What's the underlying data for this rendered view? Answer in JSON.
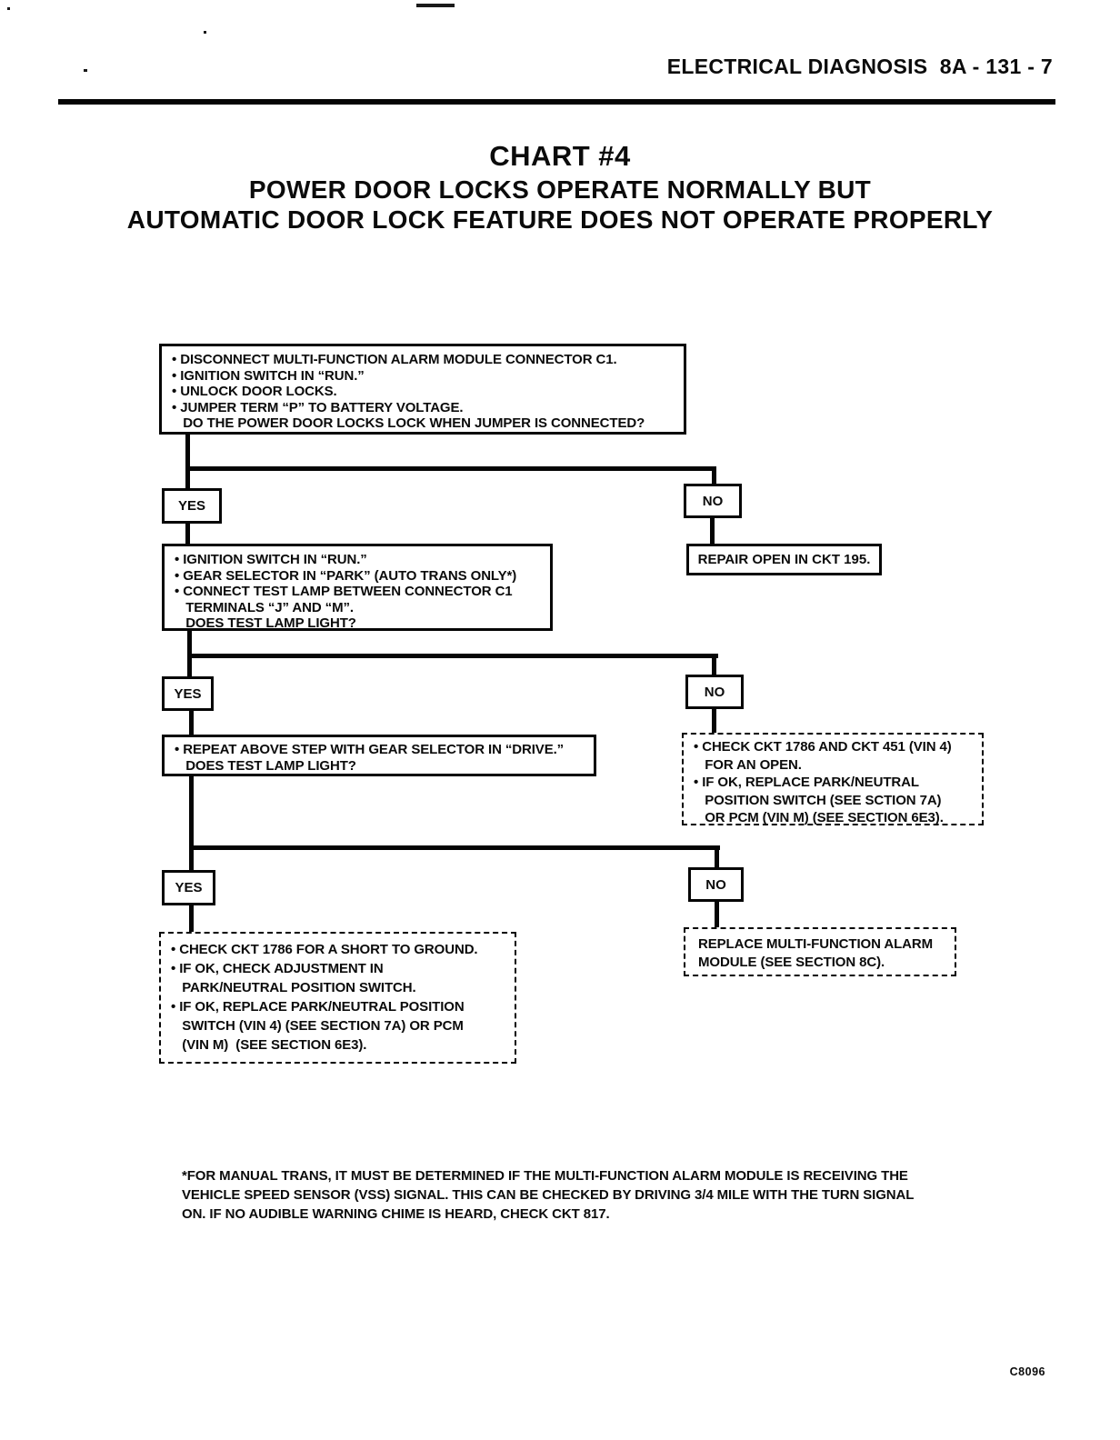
{
  "header": {
    "text": "ELECTRICAL DIAGNOSIS  8A - 131 - 7"
  },
  "title": {
    "line1": "CHART #4",
    "line2": "POWER DOOR LOCKS OPERATE NORMALLY BUT",
    "line3": "AUTOMATIC DOOR LOCK FEATURE DOES NOT OPERATE PROPERLY"
  },
  "labels": {
    "yes": "YES",
    "no": "NO"
  },
  "flow": {
    "step1": {
      "lines": [
        "• DISCONNECT MULTI-FUNCTION ALARM MODULE CONNECTOR C1.",
        "• IGNITION SWITCH IN “RUN.”",
        "• UNLOCK DOOR LOCKS.",
        "• JUMPER TERM “P” TO BATTERY VOLTAGE.",
        "   DO THE POWER DOOR LOCKS LOCK WHEN JUMPER IS CONNECTED?"
      ]
    },
    "step2": {
      "lines": [
        "• IGNITION SWITCH IN “RUN.”",
        "• GEAR SELECTOR IN “PARK” (AUTO TRANS ONLY*)",
        "• CONNECT TEST LAMP BETWEEN CONNECTOR C1",
        "   TERMINALS “J” AND “M”.",
        "   DOES TEST LAMP LIGHT?"
      ]
    },
    "repair_open": {
      "text": "REPAIR OPEN IN CKT 195."
    },
    "step3": {
      "lines": [
        "• REPEAT ABOVE STEP WITH GEAR SELECTOR IN “DRIVE.”",
        "   DOES TEST LAMP LIGHT?"
      ]
    },
    "check_open": {
      "lines": [
        "• CHECK CKT 1786 AND CKT 451 (VIN 4)",
        "   FOR AN OPEN.",
        "• IF OK, REPLACE PARK/NEUTRAL",
        "   POSITION SWITCH (SEE SCTION 7A)",
        "   OR PCM (VIN M) (SEE SECTION 6E3)."
      ]
    },
    "check_short": {
      "lines": [
        "• CHECK CKT 1786 FOR A SHORT TO GROUND.",
        "• IF OK, CHECK ADJUSTMENT IN",
        "   PARK/NEUTRAL POSITION SWITCH.",
        "• IF OK, REPLACE PARK/NEUTRAL POSITION",
        "   SWITCH (VIN 4) (SEE SECTION 7A) OR PCM",
        "   (VIN M)  (SEE SECTION 6E3)."
      ]
    },
    "replace_module": {
      "lines": [
        "REPLACE MULTI-FUNCTION ALARM",
        "MODULE (SEE SECTION 8C)."
      ]
    }
  },
  "footnote": {
    "lines": [
      "*FOR MANUAL TRANS, IT MUST BE DETERMINED IF THE MULTI-FUNCTION ALARM MODULE IS RECEIVING THE",
      "VEHICLE SPEED SENSOR (VSS) SIGNAL. THIS CAN BE CHECKED BY DRIVING 3/4 MILE WITH THE TURN SIGNAL",
      "ON. IF NO AUDIBLE WARNING CHIME IS HEARD, CHECK CKT 817."
    ]
  },
  "figure_code": "C8096"
}
